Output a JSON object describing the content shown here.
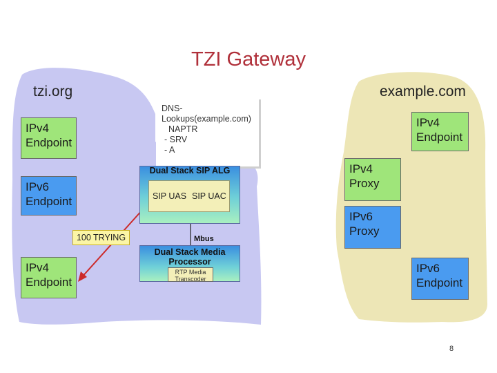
{
  "title": "TZI Gateway",
  "left_domain": "tzi.org",
  "right_domain": "example.com",
  "left_endpoints": [
    {
      "line1": "IPv4",
      "line2": "Endpoint"
    },
    {
      "line1": "IPv6",
      "line2": "Endpoint"
    },
    {
      "line1": "IPv4",
      "line2": "Endpoint"
    }
  ],
  "right_nodes": [
    {
      "line1": "IPv4",
      "line2": "Endpoint"
    },
    {
      "line1": "IPv4",
      "line2": "Proxy"
    },
    {
      "line1": "IPv6",
      "line2": "Proxy"
    },
    {
      "line1": "IPv6",
      "line2": "Endpoint"
    }
  ],
  "dns": {
    "line1": "DNS-",
    "line2": "Lookups(example.com)",
    "line3": "NAPTR",
    "line4": "- SRV",
    "line5": "- A"
  },
  "alg": {
    "title": "Dual Stack SIP ALG",
    "uas": "SIP UAS",
    "uac": "SIP UAC"
  },
  "mbus": "Mbus",
  "media": {
    "title_line1": "Dual Stack Media",
    "title_line2": "Processor",
    "rtp_line1": "RTP Media",
    "rtp_line2": "Transcoder"
  },
  "trying": "100 TRYING",
  "page_number": "8",
  "colors": {
    "title": "#b0303a",
    "left_cloud": "#c8c8f2",
    "right_cloud": "#ede6b6",
    "ipv4_box": "#9fe57a",
    "ipv6_box": "#4a9bf0",
    "arrow": "#cc2a2a"
  }
}
